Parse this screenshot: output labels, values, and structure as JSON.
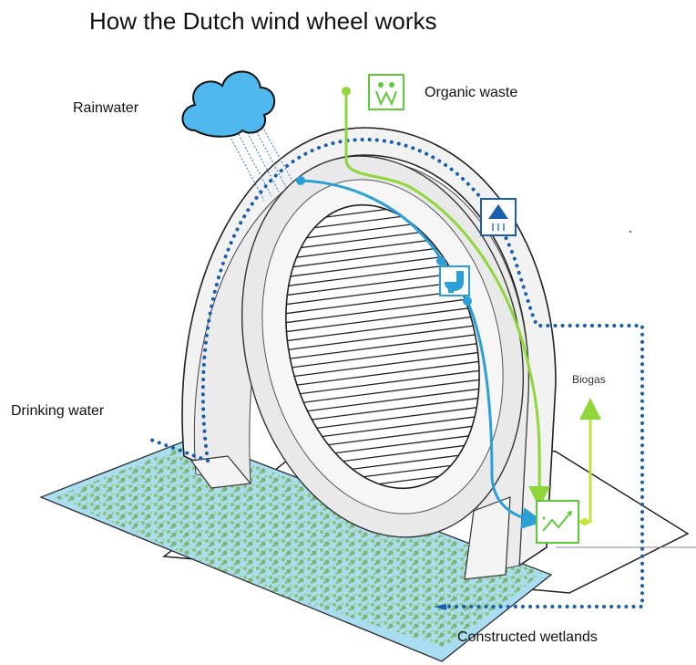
{
  "title": "How the Dutch wind wheel works",
  "labels": {
    "rainwater": "Rainwater",
    "organic_waste": "Organic waste",
    "drinking_water": "Drinking water",
    "biogas": "Biogas",
    "constructed_wetlands": "Constructed wetlands"
  },
  "colors": {
    "water_blue": "#2a9fd8",
    "dotted_blue": "#1a5fae",
    "waste_green": "#8fd63a",
    "cloud": "#4fb8ee",
    "wetland_water": "#a9def2",
    "grass": "#7bb04a"
  },
  "icons": [
    "cloud-icon",
    "organic-waste-icon",
    "shower-icon",
    "toilet-icon",
    "digester-icon"
  ]
}
